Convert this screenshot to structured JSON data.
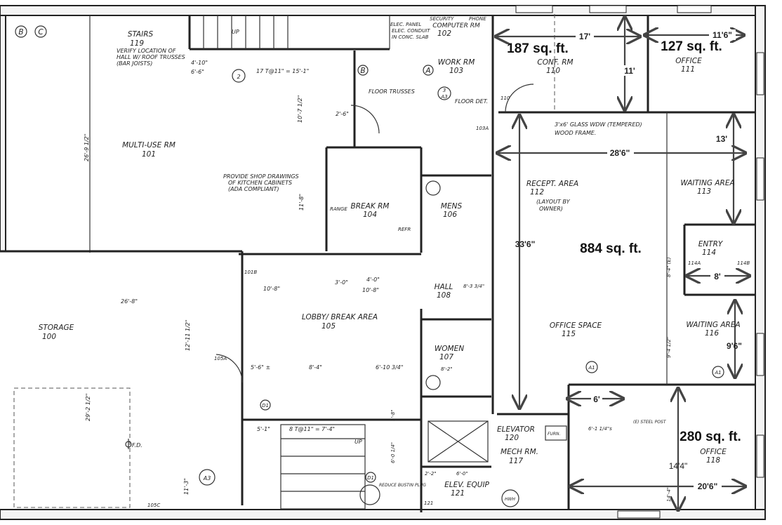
{
  "rooms": [
    {
      "name": "MULTI-USE RM",
      "number": "101"
    },
    {
      "name": "STORAGE",
      "number": "100"
    },
    {
      "name": "STAIRS",
      "number": "119"
    },
    {
      "name": "COMPUTER RM",
      "number": "102"
    },
    {
      "name": "WORK RM",
      "number": "103"
    },
    {
      "name": "BREAK RM",
      "number": "104"
    },
    {
      "name": "MENS",
      "number": "106"
    },
    {
      "name": "LOBBY/ BREAK AREA",
      "number": "105"
    },
    {
      "name": "HALL",
      "number": "108"
    },
    {
      "name": "WOMEN",
      "number": "107"
    },
    {
      "name": "ELEVATOR",
      "number": "120"
    },
    {
      "name": "ELEV. EQUIP",
      "number": "121"
    },
    {
      "name": "MECH RM.",
      "number": "117"
    },
    {
      "name": "CONF. RM",
      "number": "110"
    },
    {
      "name": "OFFICE",
      "number": "111"
    },
    {
      "name": "RECEPT. AREA",
      "number": "112"
    },
    {
      "name": "WAITING AREA",
      "number": "113"
    },
    {
      "name": "ENTRY",
      "number": "114"
    },
    {
      "name": "OFFICE SPACE",
      "number": "115"
    },
    {
      "name": "WAITING AREA",
      "number": "116"
    },
    {
      "name": "OFFICE",
      "number": "118"
    }
  ],
  "areas": {
    "conf_rm": "187 sq. ft.",
    "office_111": "127 sq. ft.",
    "recept_office_space": "884 sq. ft.",
    "office_118": "280 sq. ft."
  },
  "dimensions": {
    "conf_width": "17'",
    "conf_depth": "11'",
    "office_width": "11'6\"",
    "waiting_depth": "13'",
    "recept_width": "28'6\"",
    "recept_depth": "33'6\"",
    "entry_width": "8'",
    "waiting116_depth": "9'6\"",
    "office118_depth": "14'4\"",
    "office118_width": "20'6\"",
    "closet_width": "6'"
  },
  "notes": {
    "stairs_note_1": "VERIFY LOCATION OF",
    "stairs_note_2": "HALL W/ ROOF TRUSSES",
    "stairs_note_3": "(BAR JOISTS)",
    "computer_note_1": "ELEC. PANEL",
    "computer_note_2": "ELEC. CONDUIT",
    "computer_note_3": "IN CONC. SLAB",
    "security": "SECURITY",
    "phone": "PHONE",
    "floor_trusses": "FLOOR TRUSSES",
    "floor_det": "FLOOR DET.",
    "kitchen_note_1": "PROVIDE SHOP DRAWINGS",
    "kitchen_note_2": "OF KITCHEN CABINETS",
    "kitchen_note_3": "(ADA COMPLIANT)",
    "range": "RANGE",
    "refr": "REFR",
    "glass_note_1": "3'x6' GLASS WDW (TEMPERED)",
    "glass_note_2": "WOOD FRAME.",
    "recept_note_1": "(LAYOUT BY",
    "recept_note_2": "OWNER)",
    "furn": "FURN.",
    "hwh": "HWH",
    "fd": "F.D.",
    "steel_post": "(E) STEEL POST",
    "up_1": "UP",
    "up_2": "UP",
    "bump": "REDUCE BUSTIN PLUG"
  },
  "hand_dims": {
    "d1": "4'-10\"",
    "d2": "6'-6\"",
    "d3": "17 T@11\" = 15'-1\"",
    "d4": "10'-7 1/2\"",
    "d5": "26'-9 1/2\"",
    "d6": "2'-6\"",
    "d7": "11'-8\"",
    "d8": "26'-8\"",
    "d9": "10'-8\"",
    "d10": "3'-0\"",
    "d11": "4'-0\"",
    "d12": "10'-8\"",
    "d13": "8'-3 3/4\"",
    "d14": "12'-11 1/2\"",
    "d15": "5'-6\" ±",
    "d16": "8'-4\"",
    "d17": "6'-10 3/4\"",
    "d18": "29'-2 1/2\"",
    "d19": "5'-1\"",
    "d20": "8 T@11\" = 7'-4\"",
    "d21": "11'-3\"",
    "d22": "8'-2\"",
    "d23": "6'-0\"",
    "d24": "2'-2\"",
    "d25": "8'-4\" (E)",
    "d26": "9'-4 1/2\"",
    "d27": "14'-4\"",
    "d28": "6'-1 1/4\"s",
    "d29": "1'-8\"",
    "d30": "6'-0 1/4\""
  },
  "tags": {
    "grid_b": "B",
    "grid_c": "C",
    "tag_a": "A",
    "tag_b": "B",
    "sec_3": "3",
    "sec_a3": "A3",
    "sec_2": "2",
    "d1": "D1",
    "a1": "A1",
    "door_101b": "101B",
    "door_105a": "105A",
    "door_105c": "105C",
    "door_110": "110",
    "door_103a": "103A",
    "door_121": "121",
    "door_114a": "114A",
    "door_114b": "114B"
  },
  "colors": {
    "line": "#222222",
    "paper": "#ffffff",
    "dimension": "#444444"
  }
}
